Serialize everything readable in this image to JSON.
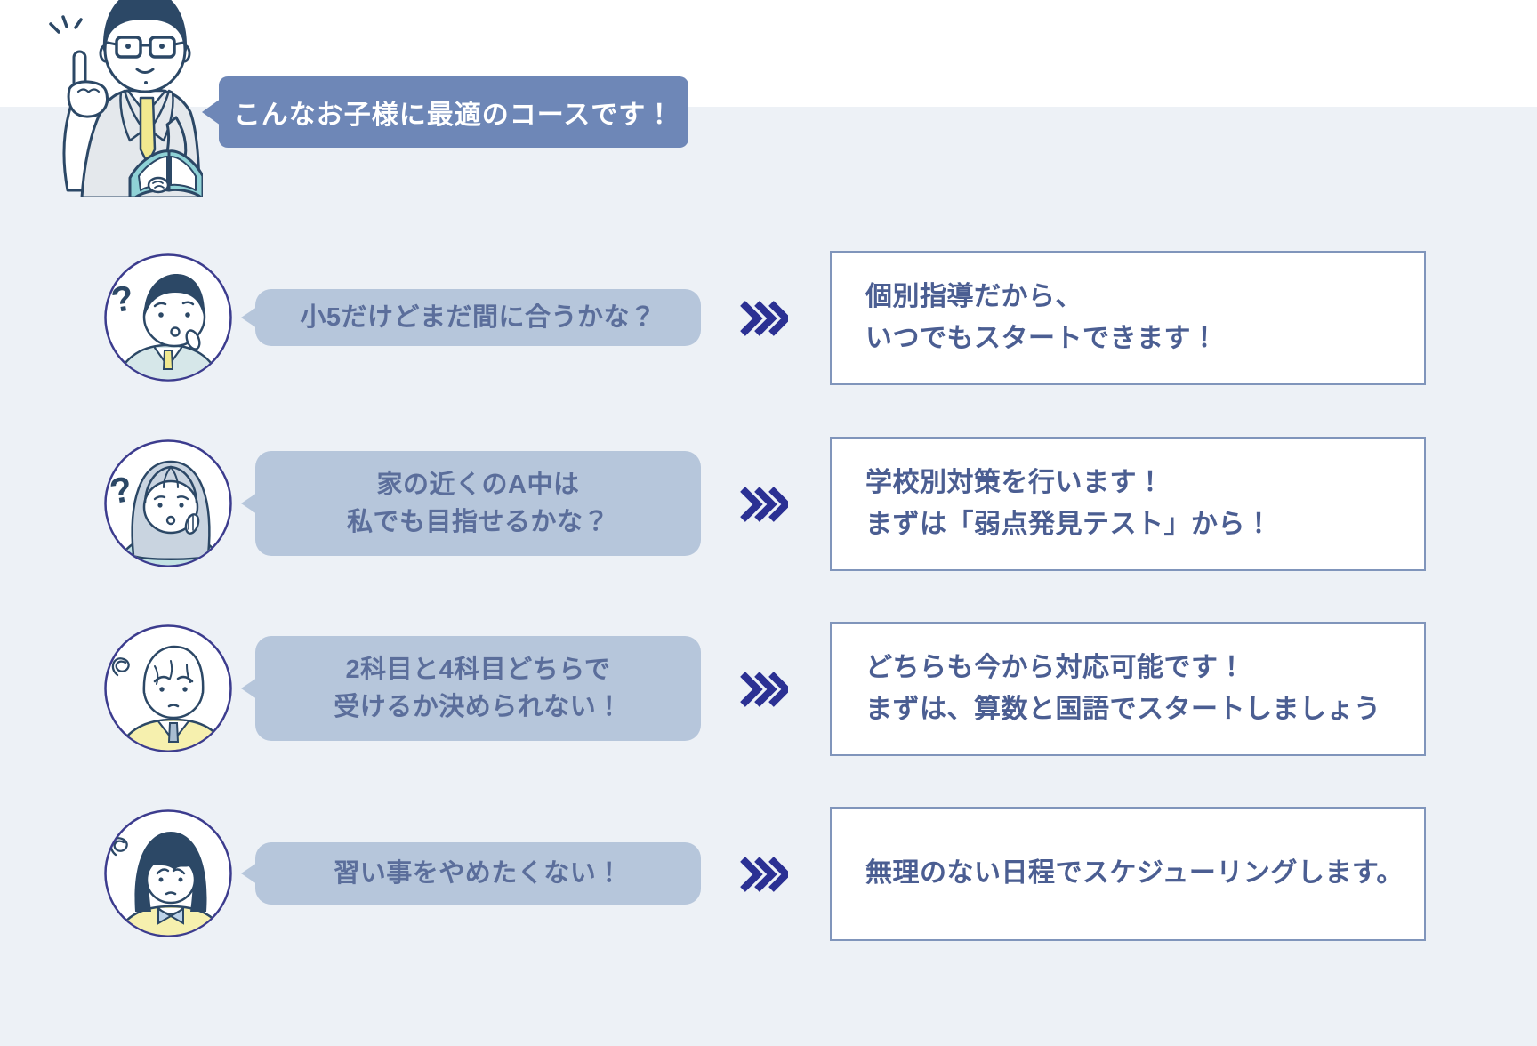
{
  "header": {
    "label": "こんなお子様に最適のコースです！"
  },
  "arrow_icon": "triple-chevron-right",
  "colors": {
    "panel_bg": "#edf1f6",
    "header_bubble": "#6e87b7",
    "question_bubble": "#b6c6db",
    "question_text": "#5b6e9b",
    "answer_text": "#4b5e92",
    "answer_box_border": "#8095bb",
    "chevron": "#2b3093",
    "illustration_outline": "#2c4866",
    "accent_yellow": "#f1e98f",
    "accent_teal": "#8fd2d6"
  },
  "rows": [
    {
      "avatar": "boy-thinking-avatar",
      "question_lines": [
        "小5だけどまだ間に合うかな？"
      ],
      "answer_lines": [
        "個別指導だから、",
        "いつでもスタートできます！"
      ]
    },
    {
      "avatar": "girl-long-hair-avatar",
      "question_lines": [
        "家の近くのA中は",
        "私でも目指せるかな？"
      ],
      "answer_lines": [
        "学校別対策を行います！",
        "まずは「弱点発見テスト」から！"
      ]
    },
    {
      "avatar": "boy-worried-avatar",
      "question_lines": [
        "2科目と4科目どちらで",
        "受けるか決められない！"
      ],
      "answer_lines": [
        "どちらも今から対応可能です！",
        "まずは、算数と国語でスタートしましょう"
      ]
    },
    {
      "avatar": "girl-bob-worried-avatar",
      "question_lines": [
        "習い事をやめたくない！"
      ],
      "answer_lines": [
        "無理のない日程でスケジューリングします。"
      ]
    }
  ]
}
